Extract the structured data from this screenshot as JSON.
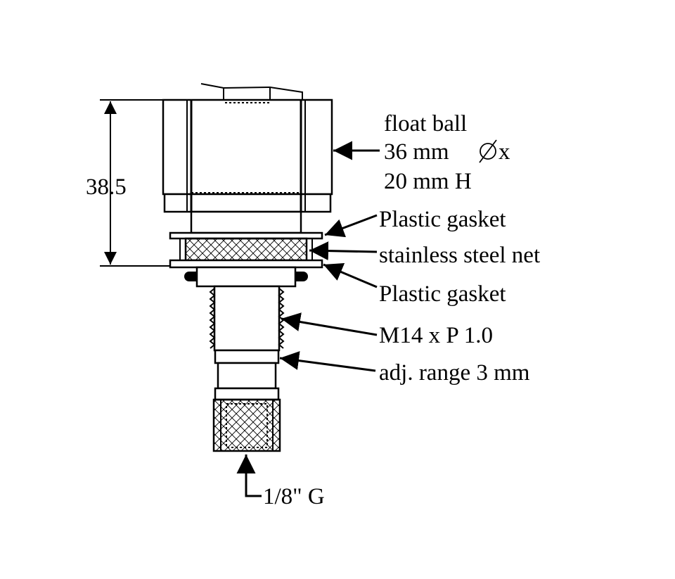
{
  "dimension": {
    "height": "38.5"
  },
  "labels": {
    "float_ball_1": "float ball",
    "float_ball_2_prefix": "36 mm",
    "float_ball_2_suffix": "x",
    "float_ball_3": "20 mm H",
    "gasket_top": "Plastic gasket",
    "steel_net": "stainless steel net",
    "gasket_bottom": "Plastic gasket",
    "thread": "M14 x P 1.0",
    "adj_range": "adj. range 3 mm",
    "port": "1/8\" G"
  },
  "colors": {
    "line": "#000000",
    "background": "#ffffff"
  }
}
